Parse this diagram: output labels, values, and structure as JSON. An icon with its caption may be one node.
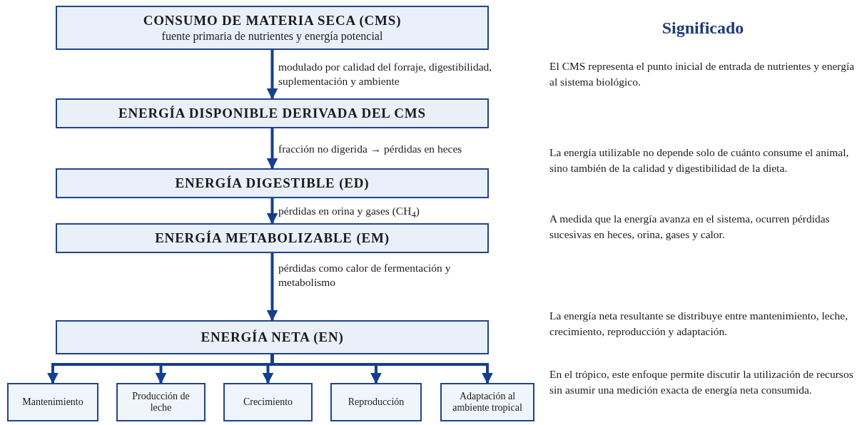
{
  "diagram": {
    "nodes": [
      {
        "text": [
          "CONSUMO DE MATERIA SECA (CMS)",
          "fuente primaria de nutrientes y energía potencial"
        ]
      },
      {
        "text": [
          "ENERGÍA DISPONIBLE DERIVADA DEL CMS"
        ]
      },
      {
        "text": [
          "ENERGÍA DIGESTIBLE (ED)"
        ]
      },
      {
        "text": [
          "ENERGÍA METABOLIZABLE (EM)"
        ]
      },
      {
        "text": [
          "ENERGÍA NETA (EN)"
        ]
      },
      {
        "text": [
          "Mantenimiento"
        ]
      },
      {
        "text": [
          "Producción de leche"
        ]
      },
      {
        "text": [
          "Crecimiento"
        ]
      },
      {
        "text": [
          "Reproducción"
        ]
      },
      {
        "text": [
          "Adaptación al ambiente tropical"
        ]
      }
    ],
    "edges": [
      {
        "from": 0,
        "to": 1,
        "arrow": "to",
        "label": "modulado por calidad del forraje, digestibilidad, suplementación y ambiente"
      },
      {
        "from": 1,
        "to": 2,
        "arrow": "to",
        "label": "fracción no digerida → pérdidas en heces"
      },
      {
        "from": 2,
        "to": 3,
        "arrow": "to",
        "label": "pérdidas en orina y gases (CH$_{4}$)"
      },
      {
        "from": 3,
        "to": 4,
        "arrow": "to",
        "label": "pérdidas como calor de fermentación y metabolismo"
      },
      {
        "from": 4,
        "to": 5,
        "arrow": "to"
      },
      {
        "from": 4,
        "to": 6,
        "arrow": "to"
      },
      {
        "from": 4,
        "to": 7,
        "arrow": "to"
      },
      {
        "from": 4,
        "to": 8,
        "arrow": "to"
      },
      {
        "from": 4,
        "to": 9,
        "arrow": "to"
      }
    ],
    "labels": [
      "Significado",
      "El CMS representa el punto inicial de entrada de nutrientes y energía al sistema biológico.",
      "La energía utilizable no depende solo de cuánto consume el animal, sino también de la calidad y digestibilidad de la dieta.",
      "A medida que la energía avanza en el sistema, ocurren pérdidas sucesivas en heces, orina, gases y calor.",
      "La energía neta resultante se distribuye entre mantenimiento, leche, crecimiento, reproducción y adaptación.",
      "En el trópico, este enfoque permite discutir la utilización de recursos sin asumir una medición exacta de energía neta consumida."
    ]
  }
}
